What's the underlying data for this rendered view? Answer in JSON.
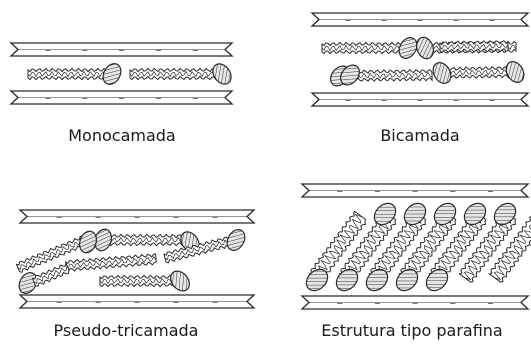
{
  "panels": [
    {
      "id": "monocamada",
      "label": "Monocamada"
    },
    {
      "id": "bicamada",
      "label": "Bicamada"
    },
    {
      "id": "pseudo-tricamada",
      "label": "Pseudo-tricamada"
    },
    {
      "id": "parafina",
      "label": "Estrutura tipo parafina"
    }
  ],
  "layer_sign": "−",
  "colors": {
    "line": "#2a2a2a",
    "fill": "#ffffff",
    "head_fill": "#dcdcdc"
  }
}
